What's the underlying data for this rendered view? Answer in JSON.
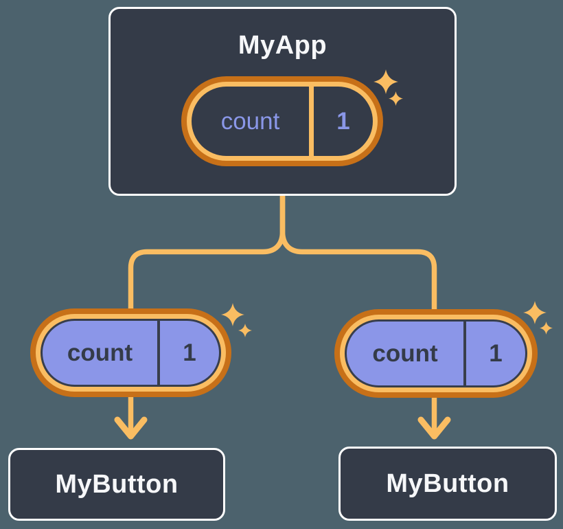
{
  "colors": {
    "background": "#4C626D",
    "node_fill": "#343B48",
    "node_border": "#FFFFFF",
    "node_text": "#F6F7F9",
    "orange_dark": "#C77018",
    "orange_light": "#FABD62",
    "purple_fill": "#8B96E8",
    "purple_text": "#8A97E8",
    "ink": "#383E4B",
    "ink_text": "#343B48"
  },
  "tree": {
    "root": {
      "label": "MyApp",
      "state": {
        "name": "count",
        "value": "1"
      }
    },
    "children": [
      {
        "label": "MyButton",
        "state": {
          "name": "count",
          "value": "1"
        }
      },
      {
        "label": "MyButton",
        "state": {
          "name": "count",
          "value": "1"
        }
      }
    ]
  },
  "icons": {
    "sparkle": "four-point-star",
    "arrowhead": "chevron-down"
  }
}
